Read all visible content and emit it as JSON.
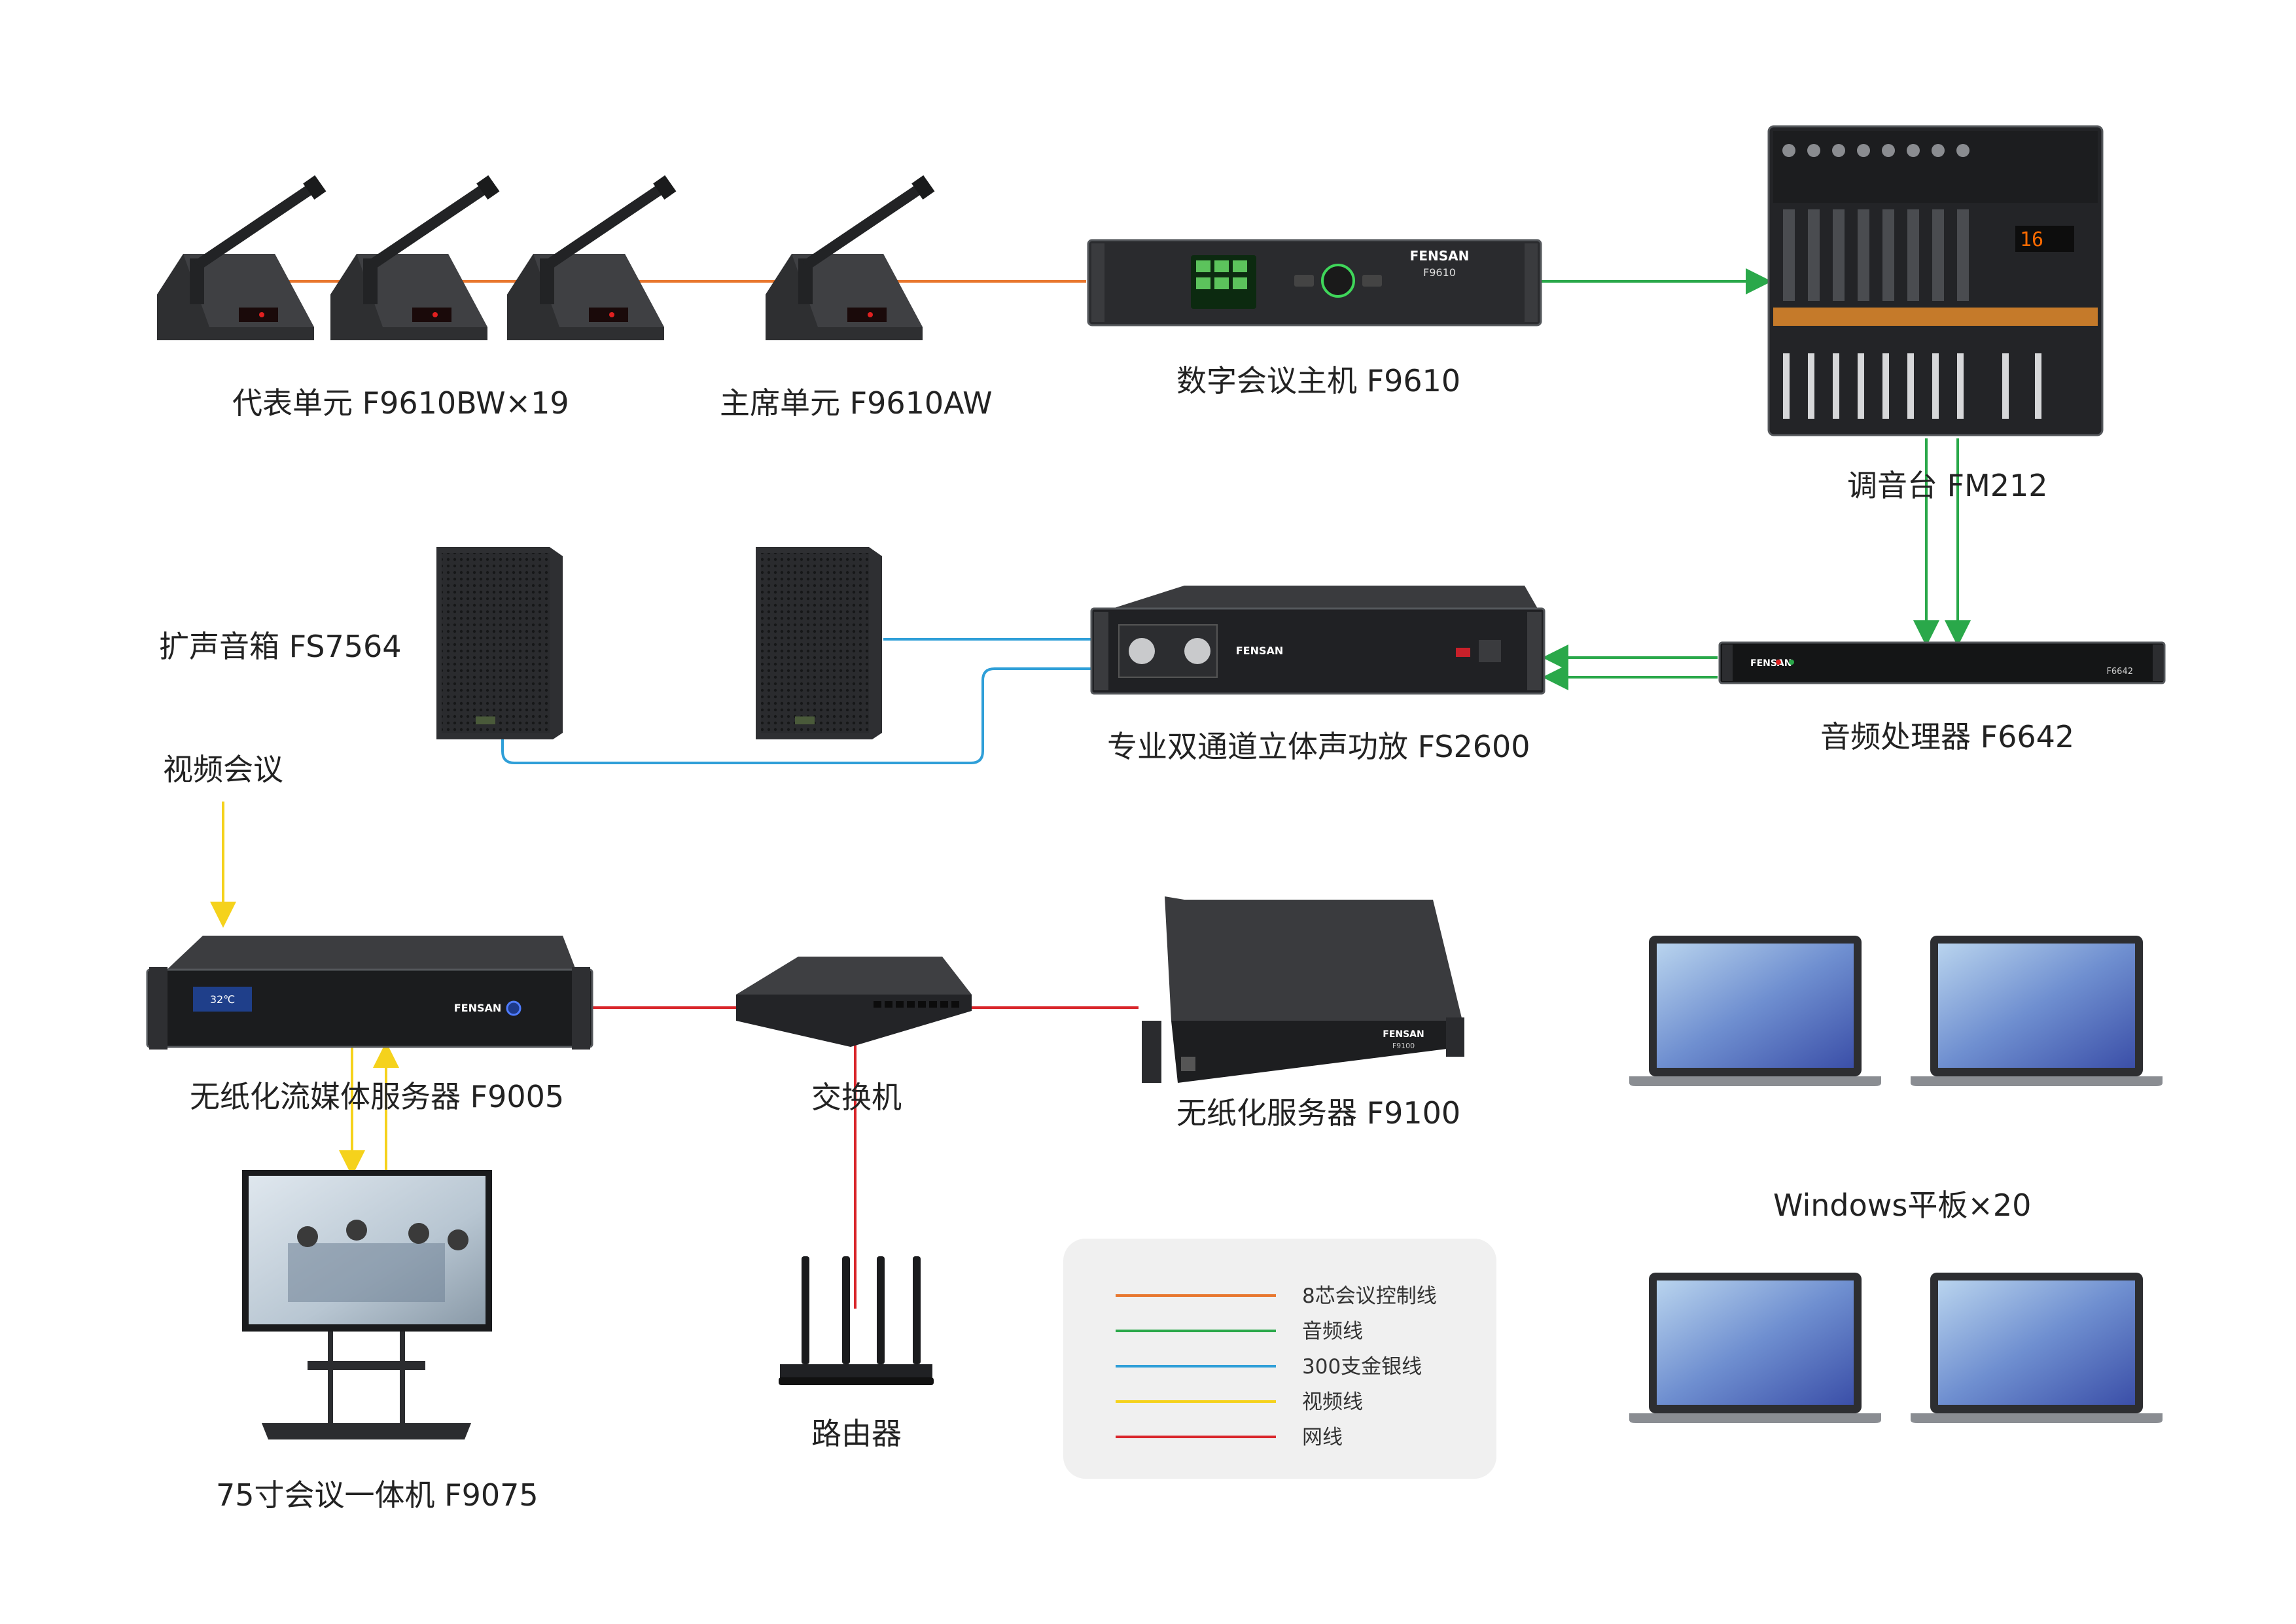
{
  "labels": {
    "delegate_unit": "代表单元 F9610BW×19",
    "chairman_unit": "主席单元 F9610AW",
    "conference_host": "数字会议主机 F9610",
    "mixer": "调音台 FM212",
    "speaker": "扩声音箱 FS7564",
    "amplifier": "专业双通道立体声功放 FS2600",
    "audio_processor": "音频处理器 F6642",
    "video_conference": "视频会议",
    "media_server": "无纸化流媒体服务器 F9005",
    "switch": "交换机",
    "paperless_server": "无纸化服务器 F9100",
    "tablets": "Windows平板×20",
    "display": "75寸会议一体机 F9075",
    "router": "路由器"
  },
  "devices": {
    "host_brand": "FENSAN",
    "host_model": "F9610",
    "server_brand": "FENSAN",
    "server_model": "F9100",
    "media_brand": "FENSAN",
    "media_display": "32℃",
    "processor_brand": "FENSAN",
    "processor_model": "F6642",
    "amp_brand": "FENSAN",
    "mixer_display": "16"
  },
  "legend": {
    "items": [
      {
        "label": "8芯会议控制线",
        "color": "#e8772e"
      },
      {
        "label": "音频线",
        "color": "#2aa84a"
      },
      {
        "label": "300支金银线",
        "color": "#2f9fd8"
      },
      {
        "label": "视频线",
        "color": "#f5d21c"
      },
      {
        "label": "网线",
        "color": "#d9262b"
      }
    ]
  },
  "colors": {
    "control": "#e8772e",
    "audio": "#2aa84a",
    "speaker_cable": "#2f9fd8",
    "video": "#f5d21c",
    "network": "#d9262b"
  }
}
